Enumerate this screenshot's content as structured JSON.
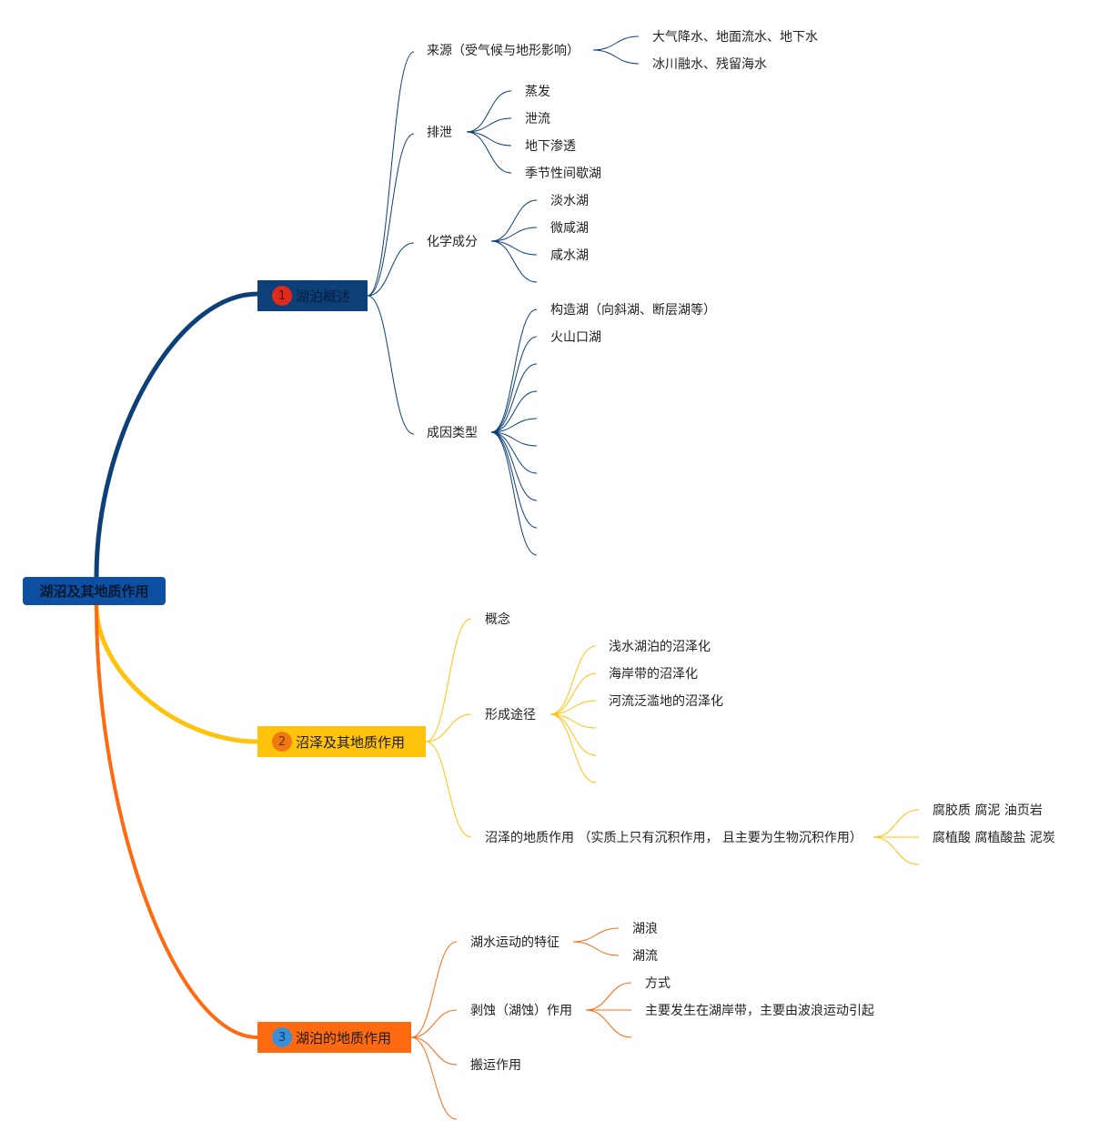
{
  "root": {
    "label": "湖沼及其地质作用"
  },
  "branches": [
    {
      "number": "1",
      "label": "湖泊概述",
      "color": "#0d3f78",
      "number_color": "#e02a1b",
      "children": [
        {
          "label": "来源（受气候与地形影响）",
          "children": [
            "大气降水、地面流水、地下水",
            "冰川融水、残留海水"
          ]
        },
        {
          "label": "排泄",
          "children": [
            "蒸发",
            "泄流",
            "地下渗透",
            "季节性间歇湖"
          ]
        },
        {
          "label": "化学成分",
          "children": [
            "淡水湖",
            "微咸湖",
            "咸水湖",
            ""
          ]
        },
        {
          "label": "成因类型",
          "children": [
            "构造湖（向斜湖、断层湖等）",
            "火山口湖",
            "",
            "",
            "",
            "",
            "",
            "",
            "",
            ""
          ]
        }
      ]
    },
    {
      "number": "2",
      "label": "沼泽及其地质作用",
      "color": "#ffc20d",
      "number_color": "#f07a10",
      "children": [
        {
          "label": "概念",
          "children": []
        },
        {
          "label": "形成途径",
          "children": [
            "浅水湖泊的沼泽化",
            "海岸带的沼泽化",
            "河流泛滥地的沼泽化",
            "",
            "",
            ""
          ]
        },
        {
          "label": "沼泽的地质作用 （实质上只有沉积作用， 且主要为生物沉积作用）",
          "children": [
            "腐胶质 腐泥 油页岩",
            "腐植酸 腐植酸盐 泥炭",
            ""
          ]
        }
      ]
    },
    {
      "number": "3",
      "label": "湖泊的地质作用",
      "color": "#ff6a10",
      "number_color": "#3a8fd6",
      "children": [
        {
          "label": "湖水运动的特征",
          "children": [
            "湖浪",
            "湖流"
          ]
        },
        {
          "label": "剥蚀（湖蚀）作用",
          "children": [
            "方式",
            "主要发生在湖岸带，主要由波浪运动引起",
            ""
          ]
        },
        {
          "label": "搬运作用",
          "children": []
        },
        {
          "label": "",
          "children": []
        }
      ]
    }
  ],
  "colors": {
    "blue": "#0d3f78",
    "root_blue": "#0d4fa0",
    "yellow": "#ffc20d",
    "orange": "#ff6a10"
  }
}
